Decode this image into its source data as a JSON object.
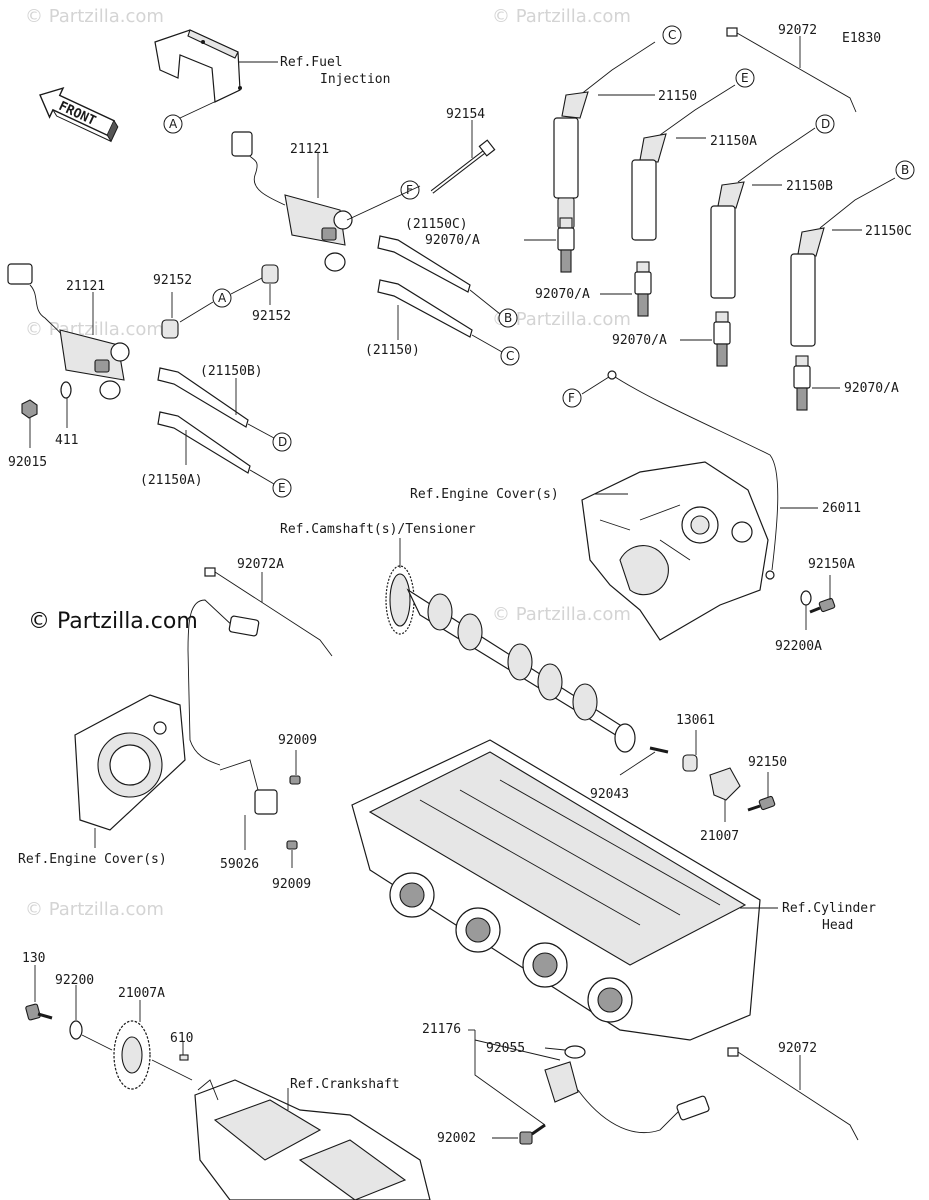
{
  "diagram_code": "E1830",
  "watermark": "© Partzilla.com",
  "watermark_faint": "© Partzilla.com",
  "front_label": "FRONT",
  "refs": {
    "fuel_injection_1": "Ref.Fuel",
    "fuel_injection_2": "Injection",
    "engine_cover_top": "Ref.Engine Cover(s)",
    "camshaft": "Ref.Camshaft(s)/Tensioner",
    "engine_cover_left": "Ref.Engine Cover(s)",
    "cylinder_head_1": "Ref.Cylinder",
    "cylinder_head_2": "Head",
    "crankshaft": "Ref.Crankshaft"
  },
  "parts": {
    "p21121_top": "21121",
    "p21121_left": "21121",
    "p92154": "92154",
    "p21150C_paren": "(21150C)",
    "p21150_paren": "(21150)",
    "p21150B_paren": "(21150B)",
    "p21150A_paren": "(21150A)",
    "p92152_a": "92152",
    "p92152_b": "92152",
    "p92015": "92015",
    "p411": "411",
    "p92072_top": "92072",
    "p21150": "21150",
    "p21150A": "21150A",
    "p21150B": "21150B",
    "p21150C": "21150C",
    "p92070A_1": "92070/A",
    "p92070A_2": "92070/A",
    "p92070A_3": "92070/A",
    "p92070A_4": "92070/A",
    "p26011": "26011",
    "p92150A": "92150A",
    "p92200A": "92200A",
    "p92072A": "92072A",
    "p92009_a": "92009",
    "p92009_b": "92009",
    "p59026": "59026",
    "p13061": "13061",
    "p92043": "92043",
    "p92150": "92150",
    "p21007": "21007",
    "p130": "130",
    "p92200": "92200",
    "p21007A": "21007A",
    "p610": "610",
    "p21176": "21176",
    "p92055": "92055",
    "p92002": "92002",
    "p92072_bottom": "92072"
  },
  "circles": {
    "A_top": "A",
    "F_coil": "F",
    "A_coil": "A",
    "B_coil": "B",
    "C_coil": "C",
    "D_coil": "D",
    "E_coil": "E",
    "C_top": "C",
    "E_top": "E",
    "D_top": "D",
    "B_top": "B",
    "F_cable": "F"
  }
}
